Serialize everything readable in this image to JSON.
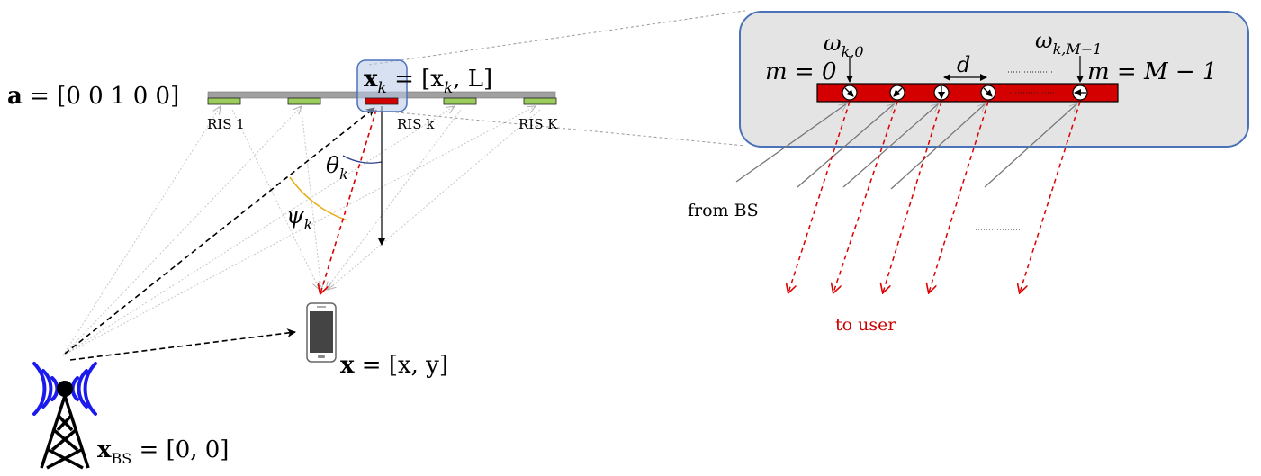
{
  "selection_vector": {
    "bold": "a",
    "rest": " = [0 0 1 0 0]"
  },
  "ris_position": {
    "bold": "x",
    "sub": "k",
    "rest": " = [x",
    "sub2": "k",
    "rest2": ", L]"
  },
  "ris_labels": [
    "RIS 1",
    "RIS k",
    "RIS K"
  ],
  "angle_theta": {
    "sym": "θ",
    "sub": "k"
  },
  "angle_psi": {
    "sym": "ψ",
    "sub": "k"
  },
  "user_position": {
    "bold": "x",
    "rest": " = [x, y]"
  },
  "bs_position": {
    "bold": "x",
    "sub": "BS",
    "rest": " = [0, 0]"
  },
  "inset": {
    "m_first": "m = 0",
    "m_last": "m = M − 1",
    "omega_first": {
      "sym": "ω",
      "sub": "k,0"
    },
    "omega_last": {
      "sym": "ω",
      "sub": "k,M−1"
    },
    "spacing": "d",
    "from_bs": "from BS",
    "to_user": "to user"
  },
  "colors": {
    "ris_element": "#9acd5a",
    "active_ris": "#d40000",
    "rail": "#a0a0a0",
    "inset_bg": "#e4e4e4",
    "inset_border": "#4a72b8",
    "highlight_box": "#b8c8e8",
    "angle_theta_arc": "#2b3f8c",
    "angle_psi_arc": "#e8b020",
    "red_path": "#dd0000",
    "tower_waves": "#1a1aee"
  },
  "icons": [
    "base-station-tower-icon",
    "smartphone-icon"
  ]
}
